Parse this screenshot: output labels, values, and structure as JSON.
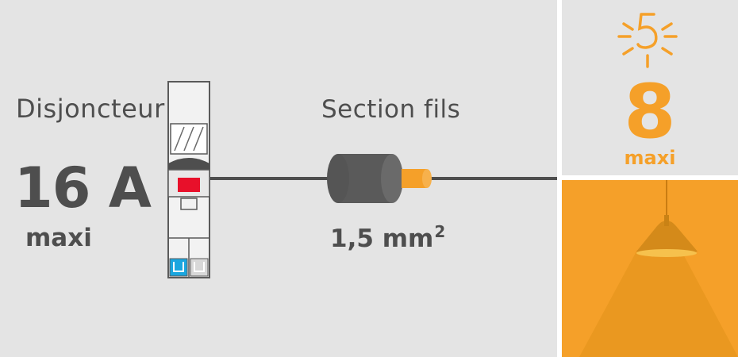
{
  "breaker": {
    "label": "Disjoncteur",
    "value": "16 A",
    "max_label": "maxi"
  },
  "wire": {
    "label": "Section fils",
    "value": "1,5 mm",
    "unit_exponent": "2"
  },
  "lighting": {
    "count": "8",
    "max_label": "maxi"
  },
  "colors": {
    "panel_bg": "#e4e4e4",
    "accent_orange": "#f5a029",
    "text_gray": "#4e4e4e",
    "breaker_red": "#e8102a",
    "terminal_blue": "#1aa6df"
  },
  "icons": [
    "circuit-breaker-icon",
    "wire-cable-icon",
    "bulb-rays-icon",
    "pendant-lamp-icon"
  ]
}
